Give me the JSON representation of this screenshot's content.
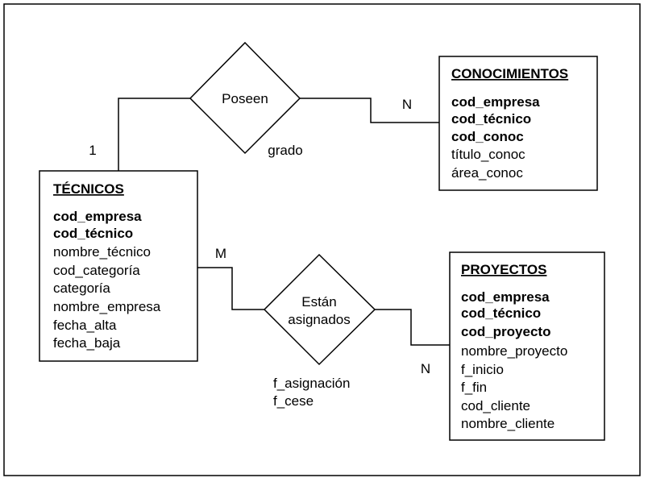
{
  "colors": {
    "line": "#000000",
    "background": "#ffffff"
  },
  "entities": {
    "tecnicos": {
      "title": "TÉCNICOS",
      "keys": [
        "cod_empresa",
        "cod_técnico"
      ],
      "attributes": [
        "nombre_técnico",
        "cod_categoría",
        "categoría",
        "nombre_empresa",
        "fecha_alta",
        "fecha_baja"
      ]
    },
    "conocimientos": {
      "title": "CONOCIMIENTOS",
      "keys": [
        "cod_empresa",
        "cod_técnico",
        "cod_conoc"
      ],
      "attributes": [
        "título_conoc",
        "área_conoc"
      ]
    },
    "proyectos": {
      "title": "PROYECTOS",
      "keys": [
        "cod_empresa",
        "cod_técnico",
        "cod_proyecto"
      ],
      "attributes": [
        "nombre_proyecto",
        "f_inicio",
        "f_fin",
        "cod_cliente",
        "nombre_cliente"
      ]
    }
  },
  "relationships": {
    "poseen": {
      "label": "Poseen",
      "attributes": [
        "grado"
      ],
      "card_left": "1",
      "card_right": "N"
    },
    "estan_asignados": {
      "label_line1": "Están",
      "label_line2": "asignados",
      "attributes": [
        "f_asignación",
        "f_cese"
      ],
      "card_left": "M",
      "card_right": "N"
    }
  }
}
